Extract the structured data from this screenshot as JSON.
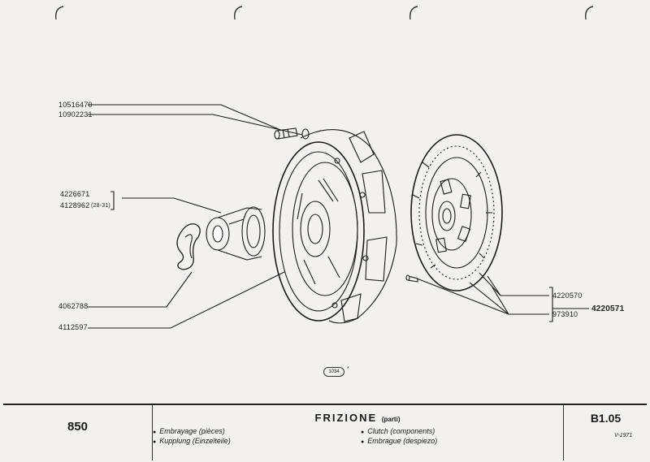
{
  "part_numbers": {
    "bolt": "10516470",
    "washer": "10902231",
    "bearing": "4226671",
    "bearing_alt": "4128962",
    "bearing_alt_note": "(28-31)",
    "clip": "4062788",
    "pressure_plate": "4112597",
    "disc": "4220570",
    "disc_assembly": "4220571",
    "rivet": "973910"
  },
  "figure_ref": {
    "number": "1034",
    "mark": "*"
  },
  "title_block": {
    "model": "850",
    "title": "FRIZIONE",
    "title_note": "(parti)",
    "fr": "Embrayage (pièces)",
    "de": "Kupplung (Einzelteile)",
    "en": "Clutch (components)",
    "es": "Embrague (despiezo)",
    "code": "B1.05",
    "date": "V-1971"
  },
  "colors": {
    "ink": "#1a1a1a",
    "paper": "#f2f1ee"
  }
}
